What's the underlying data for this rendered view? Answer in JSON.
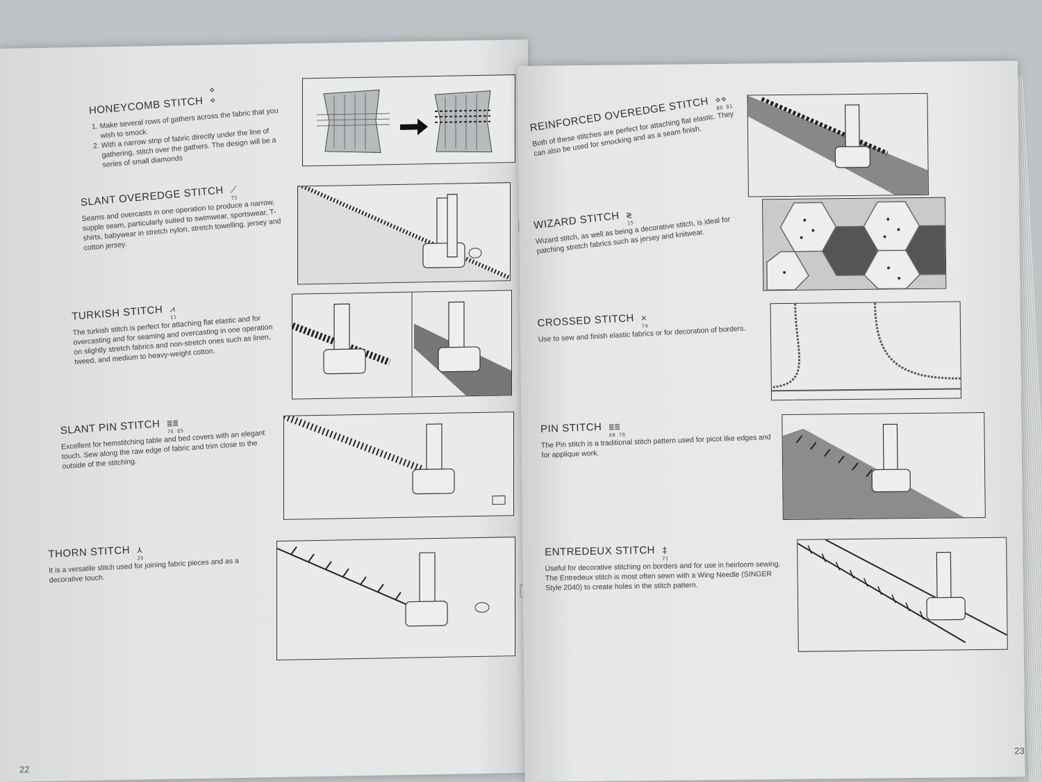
{
  "left_page": {
    "page_number": "22",
    "sections": [
      {
        "title": "HONEYCOMB STITCH",
        "symbol_num": "",
        "items": [
          "Make several rows of gathers across the fabric that you wish to smock.",
          "With a narrow strip of fabric directly under the line of gathering, stitch over the gathers. The design will be a series of small diamonds"
        ]
      },
      {
        "title": "SLANT OVEREDGE STITCH",
        "symbol_num": "75",
        "text": "Seams and overcasts in one operation to produce a narrow, supple seam, particularly suited to swimwear, sportswear, T-shirts, babywear in stretch nylon, stretch towelling, jersey and cotton jersey."
      },
      {
        "title": "TURKISH STITCH",
        "symbol_num": "11",
        "text": "The turkish stitch is perfect for attaching flat elastic and for overcasting and for seaming and overcasting in one operation on slightly stretch fabrics and non-stretch ones such as linen, tweed, and medium to heavy-weight cotton."
      },
      {
        "title": "SLANT PIN STITCH",
        "symbol_num": "76  85",
        "text": "Excellent for hemstitching table and bed covers with an elegant touch. Sew along the raw edge of fabric and trim close to the outside of the stitching."
      },
      {
        "title": "THORN STITCH",
        "symbol_num": "25",
        "text": "It is a versatile stitch used for joining fabric pieces and as a decorative touch."
      }
    ]
  },
  "right_page": {
    "page_number": "23",
    "sections": [
      {
        "title": "REINFORCED OVEREDGE STITCH",
        "symbol_num": "80  81",
        "text": "Both of these stitches are perfect for attaching flat elastic. They can also be used for smocking and as a seam finish."
      },
      {
        "title": "WIZARD STITCH",
        "symbol_num": "15",
        "text": "Wizard stitch, as well as being a decorative stitch, is ideal for patching stretch fabrics such as jersey and knitwear."
      },
      {
        "title": "CROSSED STITCH",
        "symbol_num": "74",
        "text": "Use to sew and finish elastic fabrics or for decoration of borders."
      },
      {
        "title": "PIN STITCH",
        "symbol_num": "68  78",
        "text": "The Pin stitch is a traditional stitch pattern used for picot like edges and for applique work."
      },
      {
        "title": "ENTREDEUX STITCH",
        "symbol_num": "71",
        "text": "Useful for decorative stitching on borders and for use in heirloom sewing. The Entredeux stitch is most often sewn with a Wing Needle (SINGER Style 2040) to create holes in the stitch pattern."
      }
    ]
  }
}
